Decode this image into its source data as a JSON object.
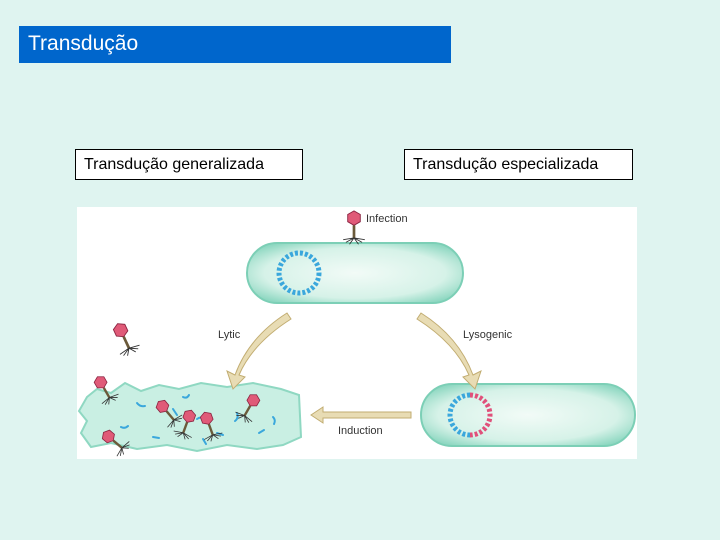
{
  "header": {
    "title": "Transdução"
  },
  "labels": {
    "generalized": "Transdução generalizada",
    "specialized": "Transdução especializada"
  },
  "diagram": {
    "infection": "Infection",
    "lytic": "Lytic",
    "lysogenic": "Lysogenic",
    "induction": "Induction"
  },
  "colors": {
    "title_bar": "#0066cc",
    "background": "#dff4f0",
    "cell_fill": "#c9efe3",
    "bacterial_dna": "#3aa7dc",
    "phage_dna": "#e0507a"
  }
}
